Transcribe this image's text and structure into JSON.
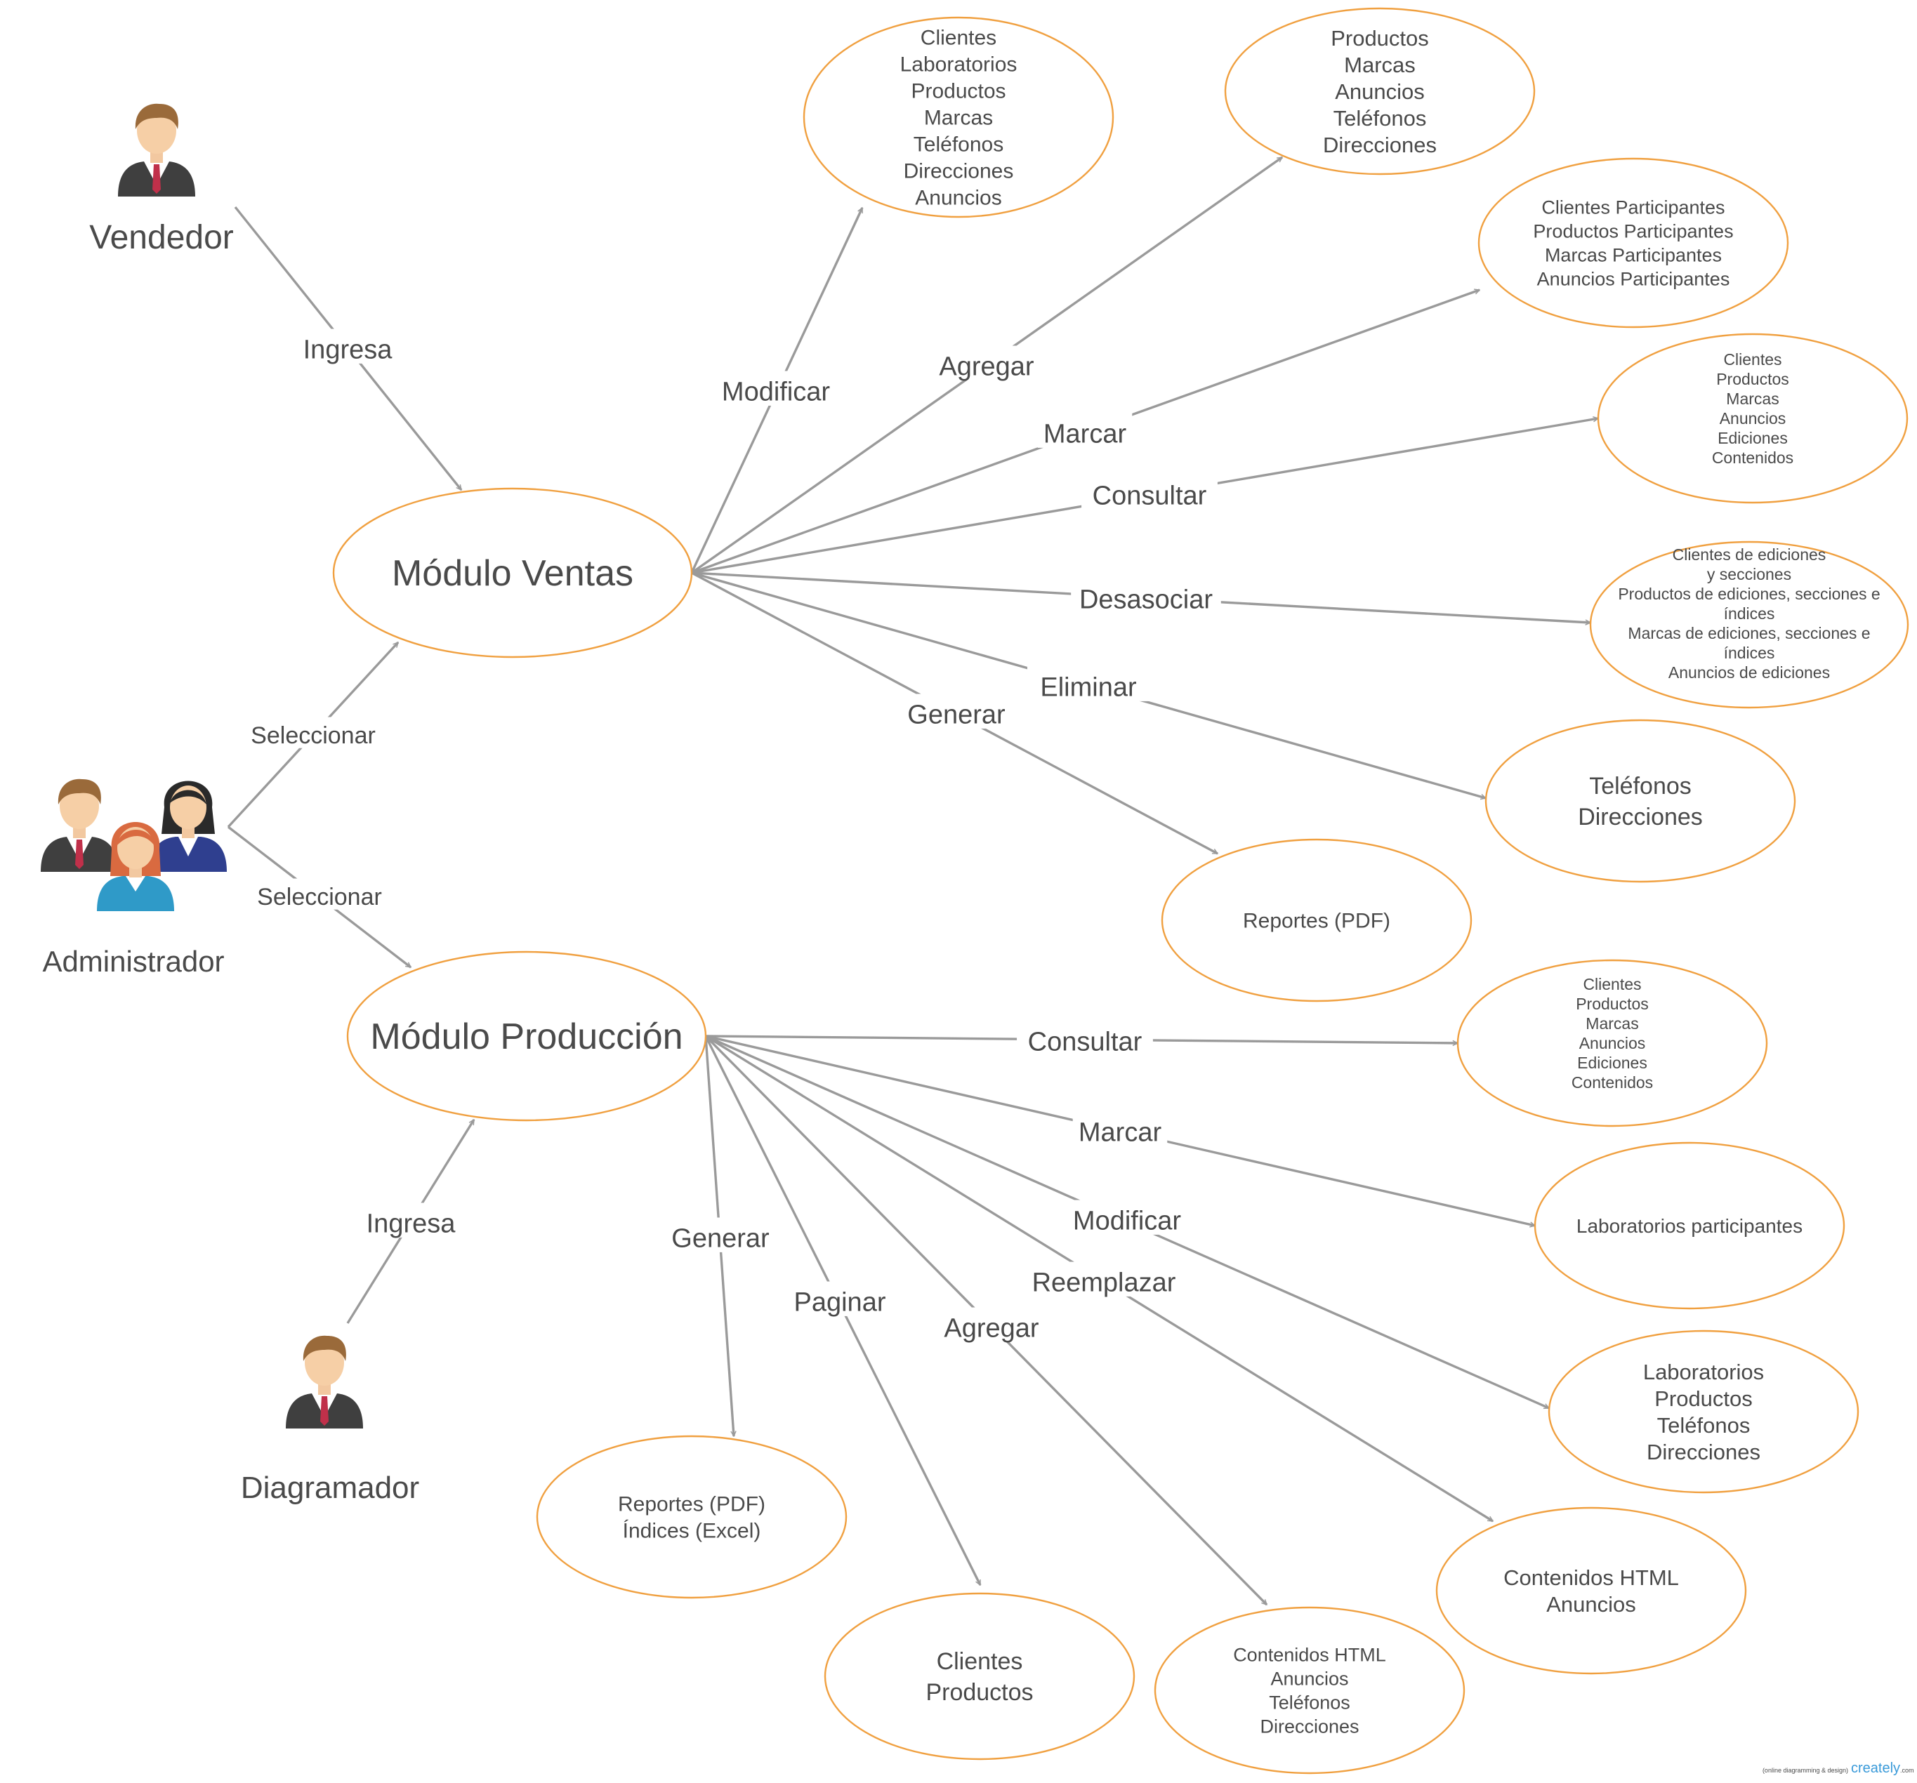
{
  "actors": {
    "vendedor": "Vendedor",
    "administrador": "Administrador",
    "diagramador": "Diagramador"
  },
  "modules": {
    "ventas": "Módulo Ventas",
    "produccion": "Módulo Producción"
  },
  "edges": {
    "vendedor_ingresa": "Ingresa",
    "admin_sel_ventas": "Seleccionar",
    "admin_sel_produccion": "Seleccionar",
    "diagramador_ingresa": "Ingresa",
    "v_modificar": "Modificar",
    "v_agregar": "Agregar",
    "v_marcar": "Marcar",
    "v_consultar": "Consultar",
    "v_desasociar": "Desasociar",
    "v_eliminar": "Eliminar",
    "v_generar": "Generar",
    "p_consultar": "Consultar",
    "p_marcar": "Marcar",
    "p_modificar": "Modificar",
    "p_reemplazar": "Reemplazar",
    "p_agregar": "Agregar",
    "p_paginar": "Paginar",
    "p_generar": "Generar"
  },
  "targets": {
    "v_modificar": [
      "Clientes",
      "Laboratorios",
      "Productos",
      "Marcas",
      "Teléfonos",
      "Direcciones",
      "Anuncios"
    ],
    "v_agregar": [
      "Productos",
      "Marcas",
      "Anuncios",
      "Teléfonos",
      "Direcciones"
    ],
    "v_marcar": [
      "Clientes Participantes",
      "Productos Participantes",
      "Marcas Participantes",
      "Anuncios Participantes"
    ],
    "v_consultar": [
      "Clientes",
      "Productos",
      "Marcas",
      "Anuncios",
      "Ediciones",
      "Contenidos"
    ],
    "v_desasociar": [
      "Clientes de ediciones",
      "y secciones",
      "Productos de ediciones, secciones e",
      "índices",
      "Marcas de ediciones, secciones e",
      "índices",
      "Anuncios de ediciones"
    ],
    "v_eliminar": [
      "Teléfonos",
      "Direcciones"
    ],
    "v_generar": [
      "Reportes (PDF)"
    ],
    "p_consultar": [
      "Clientes",
      "Productos",
      "Marcas",
      "Anuncios",
      "Ediciones",
      "Contenidos"
    ],
    "p_marcar": [
      "Laboratorios participantes"
    ],
    "p_modificar": [
      "Laboratorios",
      "Productos",
      "Teléfonos",
      "Direcciones"
    ],
    "p_reemplazar": [
      "Contenidos HTML",
      "Anuncios"
    ],
    "p_agregar": [
      "Contenidos HTML",
      "Anuncios",
      "Teléfonos",
      "Direcciones"
    ],
    "p_paginar": [
      "Clientes",
      "Productos"
    ],
    "p_generar": [
      "Reportes (PDF)",
      "Índices (Excel)"
    ]
  },
  "watermark": {
    "tagline": "(online diagramming & design)",
    "brand": "creately",
    "suffix": ".com"
  },
  "colors": {
    "ellipse_stroke": "#f0a040",
    "edge": "#9a9a9a",
    "text": "#4a4a4a",
    "brand": "#3a9ad9"
  },
  "icons": [
    "businessman-icon",
    "group-icon",
    "businesswoman-icon"
  ]
}
